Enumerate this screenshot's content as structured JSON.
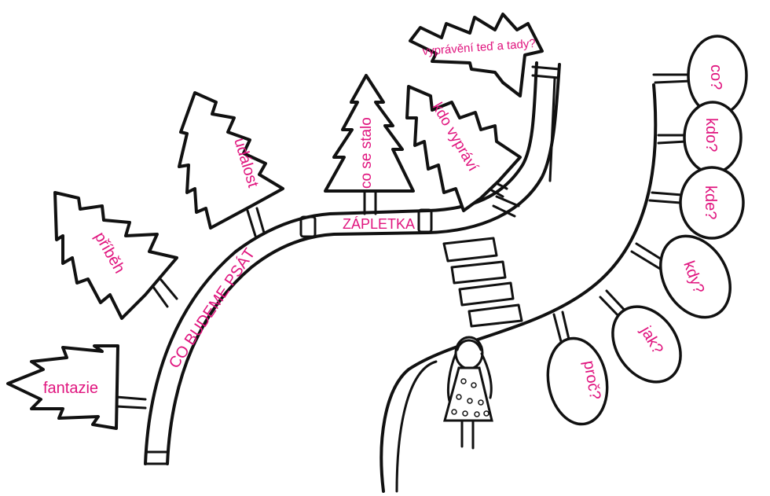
{
  "colors": {
    "text": "#e0147e",
    "ink": "#111111",
    "background": "#ffffff"
  },
  "road": {
    "left_label": "CO BUDEME PSÁT",
    "middle_label": "ZÁPLETKA"
  },
  "trees": {
    "fantazie": "fantazie",
    "pribeh": "příběh",
    "udalost": "událost",
    "co_se_stalo": "co se stalo",
    "kdo_vypravi": "kdo vypráví",
    "vypraveni": "vyprávění teď a tady?"
  },
  "questions": {
    "co": "co?",
    "kdo": "kdo?",
    "kde": "kde?",
    "kdy": "kdy?",
    "jak": "jak?",
    "proc": "proč?"
  }
}
